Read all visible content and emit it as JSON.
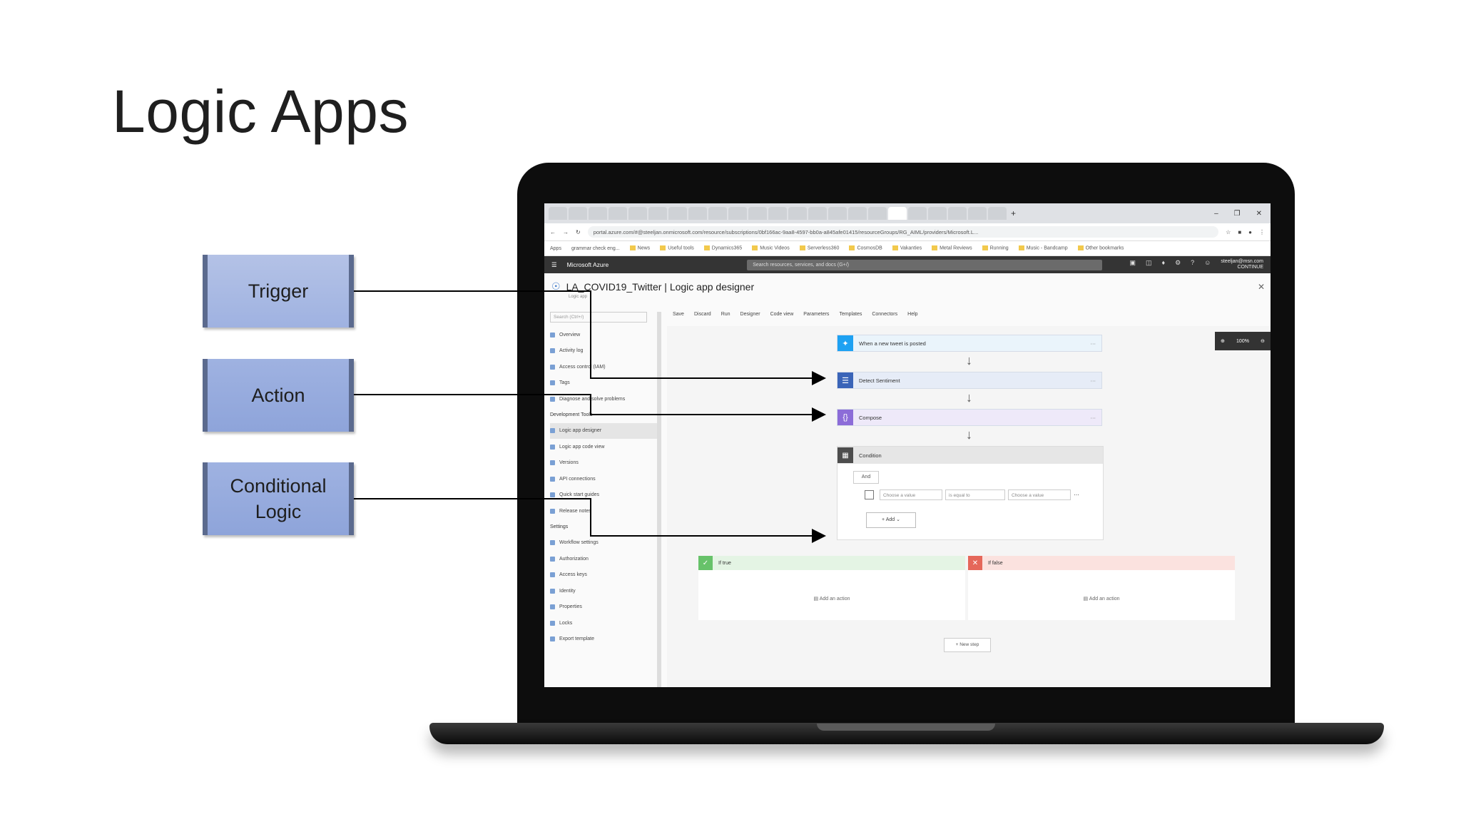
{
  "slide": {
    "title": "Logic Apps"
  },
  "labels": {
    "trigger": "Trigger",
    "action": "Action",
    "conditional_line1": "Conditional",
    "conditional_line2": "Logic"
  },
  "browser": {
    "url": "portal.azure.com/#@steeljan.onmicrosoft.com/resource/subscriptions/0bf166ac-9aa8-4597-bb0a-a845afe01415/resourceGroups/RG_AIML/providers/Microsoft.L...",
    "bookmarks": [
      "Apps",
      "grammar check eng...",
      "News",
      "Useful tools",
      "Dynamics365",
      "Music Videos",
      "Serverless360",
      "CosmosDB",
      "Vakanties",
      "Metal Reviews",
      "Running",
      "Music - Bandcamp",
      "Other bookmarks"
    ]
  },
  "azure": {
    "brand": "Microsoft Azure",
    "search_placeholder": "Search resources, services, and docs (G+/)",
    "user": "steeljan@msn.com",
    "user_sub": "CONTINUE"
  },
  "designer": {
    "title": "LA_COVID19_Twitter | Logic app designer",
    "subtitle": "Logic app",
    "search_placeholder": "Search (Ctrl+/)",
    "toolbar": [
      "Save",
      "Discard",
      "Run",
      "Designer",
      "Code view",
      "Parameters",
      "Templates",
      "Connectors",
      "Help"
    ],
    "zoom": "100%",
    "sidebar": {
      "top_items": [
        "Overview",
        "Activity log",
        "Access control (IAM)",
        "Tags",
        "Diagnose and solve problems"
      ],
      "dev_section": "Development Tools",
      "dev_items": [
        "Logic app designer",
        "Logic app code view",
        "Versions",
        "API connections",
        "Quick start guides",
        "Release notes"
      ],
      "settings_section": "Settings",
      "settings_items": [
        "Workflow settings",
        "Authorization",
        "Access keys",
        "Identity",
        "Properties",
        "Locks",
        "Export template"
      ]
    },
    "steps": {
      "trigger": "When a new tweet is posted",
      "sentiment": "Detect Sentiment",
      "compose": "Compose",
      "condition": "Condition"
    },
    "condition": {
      "operator": "And",
      "choose_value_left": "Choose a value",
      "comparison": "is equal to",
      "choose_value_right": "Choose a value",
      "add": "Add"
    },
    "branches": {
      "true_label": "If true",
      "false_label": "If false",
      "add_action": "Add an action"
    },
    "new_step": "+ New step"
  },
  "colors": {
    "label_fill": "#a9b9e3",
    "label_border": "#5b6a8e",
    "twitter": "#1da1f2",
    "sentiment": "#3a64b8",
    "compose": "#8c6cd8",
    "true_branch": "#67c26a",
    "false_branch": "#e5675a"
  }
}
